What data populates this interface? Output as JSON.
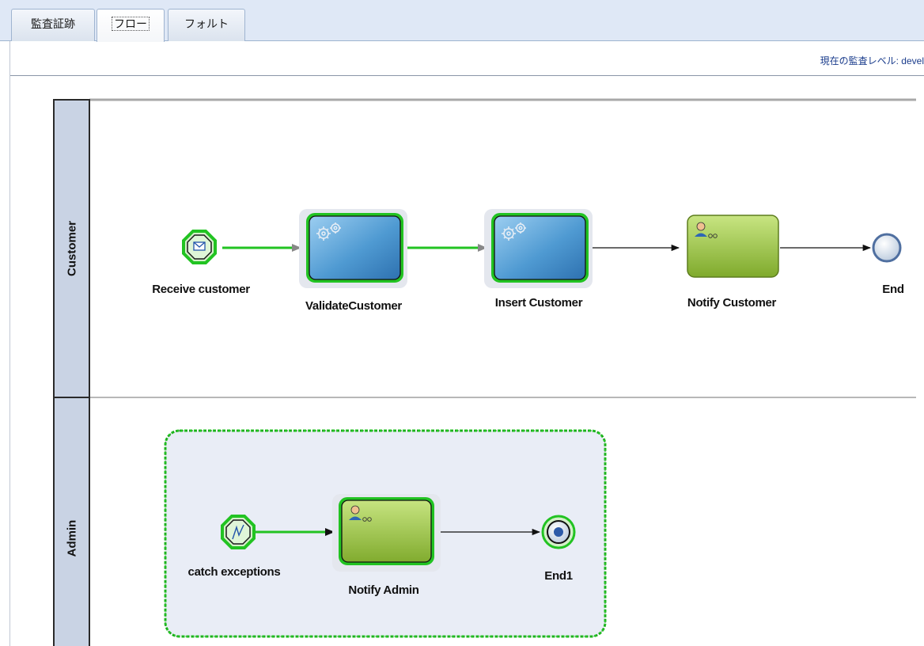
{
  "tabs": [
    {
      "label": "監査証跡"
    },
    {
      "label": "フロー"
    },
    {
      "label": "フォルト"
    }
  ],
  "audit_level": "現在の監査レベル: devel",
  "lanes": [
    {
      "label": "Customer"
    },
    {
      "label": "Admin"
    }
  ],
  "nodes": {
    "receive_customer": "Receive customer",
    "validate_customer": "ValidateCustomer",
    "insert_customer": "Insert Customer",
    "notify_customer": "Notify Customer",
    "end": "End",
    "catch_exceptions": "catch exceptions",
    "notify_admin": "Notify Admin",
    "end1": "End1"
  },
  "icons": {
    "message_event": "envelope-icon",
    "service_task": "gears-icon",
    "user_task": "user-icon",
    "error_event": "lightning-icon"
  },
  "colors": {
    "active_green": "#22c322",
    "service_blue": "#4a90c8",
    "user_green": "#8fbf3a",
    "subprocess_bg": "#e9edf6"
  }
}
